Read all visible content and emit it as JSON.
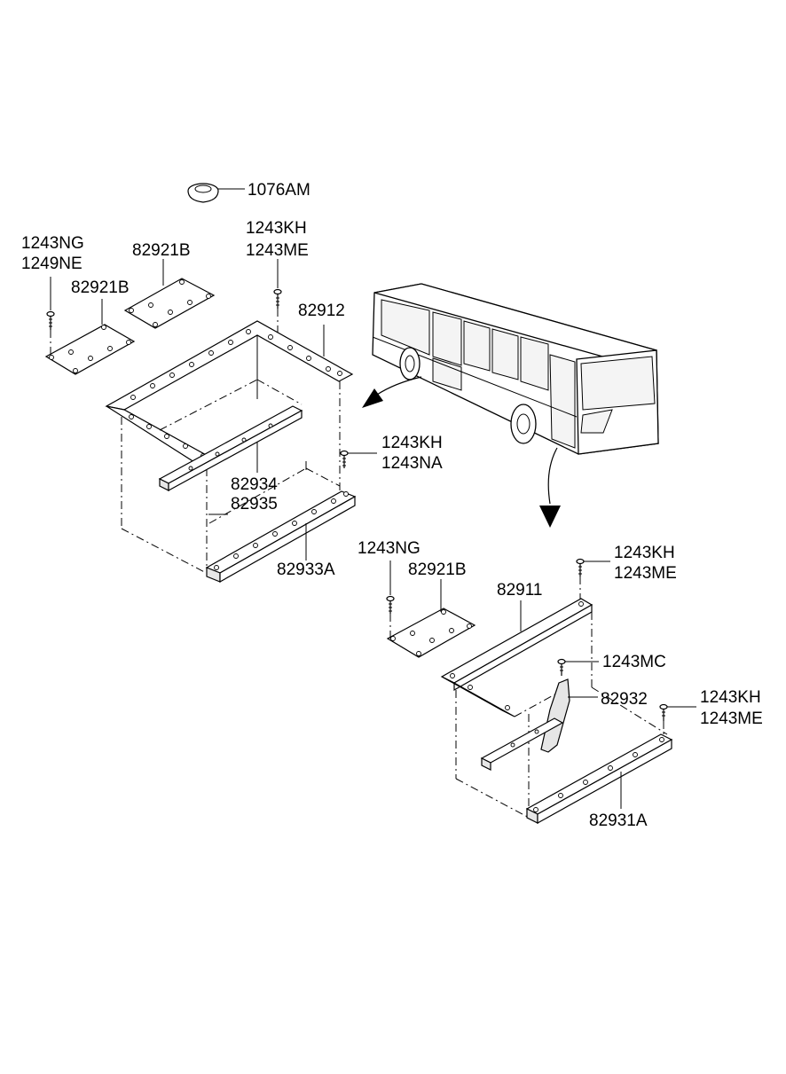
{
  "labels": {
    "l1076AM": "1076AM",
    "l1243NG_a": "1243NG",
    "l1249NE": "1249NE",
    "l82921B_a": "82921B",
    "l82921B_b": "82921B",
    "l1243KH_a": "1243KH",
    "l1243ME_a": "1243ME",
    "l82912": "82912",
    "l1243KH_b": "1243KH",
    "l1243NA": "1243NA",
    "l82934": "82934",
    "l82935": "82935",
    "l82933A": "82933A",
    "l1243NG_b": "1243NG",
    "l82921B_c": "82921B",
    "l1243KH_c": "1243KH",
    "l1243ME_b": "1243ME",
    "l82911": "82911",
    "l1243MC": "1243MC",
    "l82932": "82932",
    "l1243KH_d": "1243KH",
    "l1243ME_c": "1243ME",
    "l82931A": "82931A"
  }
}
